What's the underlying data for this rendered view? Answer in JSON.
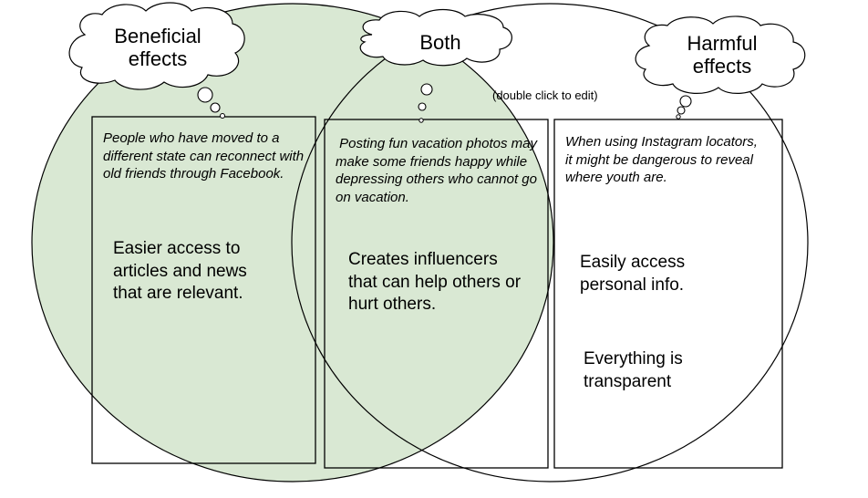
{
  "clouds": {
    "beneficial": "Beneficial effects",
    "both": "Both",
    "harmful": "Harmful effects"
  },
  "edit_hint": "(double click to edit)",
  "left_box": {
    "note": "People who have moved to a different state can reconnect with old friends through Facebook.",
    "main": "Easier access to articles and news that are relevant."
  },
  "middle_box": {
    "note": " Posting fun vacation photos may make some friends happy while depressing others who cannot go on vacation.",
    "main": "Creates influencers that can help others or hurt others."
  },
  "right_box": {
    "note": "When using Instagram locators, it might be dangerous to reveal where youth are.",
    "main1": "Easily access personal info.",
    "main2": "Everything is transparent"
  },
  "colors": {
    "left_circle_fill": "#d9e8d3",
    "stroke": "#000000"
  }
}
